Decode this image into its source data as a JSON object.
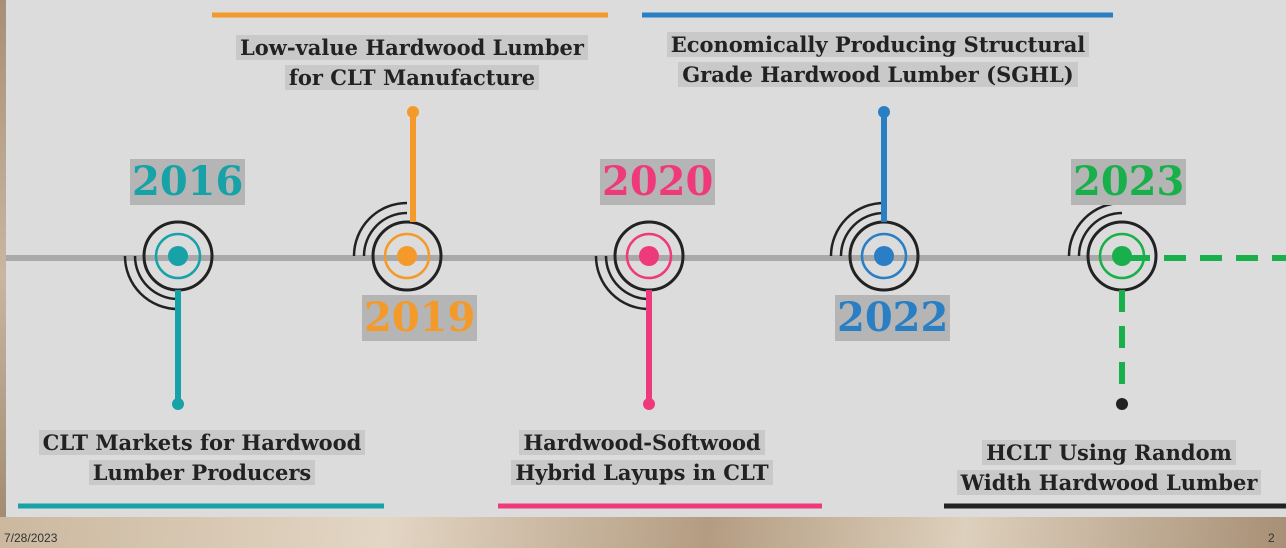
{
  "colors": {
    "teal": "#17a2a8",
    "orange": "#f39a2b",
    "pink": "#ee3a7b",
    "blue": "#2a7fc4",
    "green": "#19b04b",
    "black": "#222222",
    "line": "#a9a9a9"
  },
  "milestones": [
    {
      "year": "2016",
      "label_lines": [
        "CLT Markets for Hardwood",
        "Lumber Producers"
      ],
      "color": "teal"
    },
    {
      "year": "2019",
      "label_lines": [
        "Low-value Hardwood Lumber",
        "for CLT Manufacture"
      ],
      "color": "orange"
    },
    {
      "year": "2020",
      "label_lines": [
        "Hardwood-Softwood",
        "Hybrid Layups in CLT"
      ],
      "color": "pink"
    },
    {
      "year": "2022",
      "label_lines": [
        "Economically Producing Structural",
        "Grade Hardwood Lumber (SGHL)"
      ],
      "color": "blue"
    },
    {
      "year": "2023",
      "label_lines": [
        "HCLT Using Random",
        "Width Hardwood Lumber"
      ],
      "color": "green"
    }
  ],
  "footer": {
    "date": "7/28/2023",
    "page": "2"
  }
}
